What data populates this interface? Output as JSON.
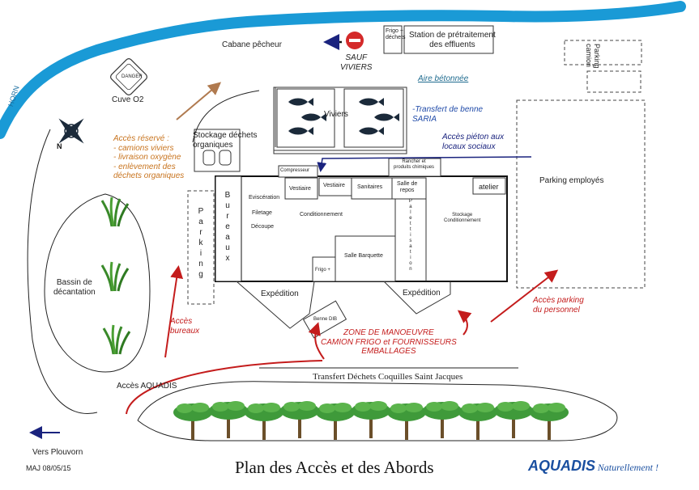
{
  "title": "Plan des Accès et des Abords",
  "date_note": "MAJ 08/05/15",
  "compass_label": "N",
  "river_label": "HORN",
  "cuve_sign": "DANGER",
  "labels": {
    "cabane_pecheur": "Cabane pêcheur",
    "sauf_viviers": "SAUF\nVIVIERS",
    "frigo_dechets": "Frigo +\ndéchets",
    "station": "Station de prétraitement\ndes effluents",
    "parking_camion": "Parking\ncamion",
    "aire_betonnee": "Aire bétonnée",
    "viviers": "Viviers",
    "transfert_benne": "-Transfert de benne\nSARIA",
    "acces_pieton": "Accès piéton aux\nlocaux sociaux",
    "cuve_o2": "Cuve O2",
    "stockage_dechets": "Stockage déchets\norganiques",
    "acces_reserve": "Accès réservé :\n- camions viviers\n- livraison oxygène\n- enlèvement des\n  déchets organiques",
    "compresseur": "Compresseur",
    "rancher": "Rancher et\nproduits chimiques",
    "vestiaire1": "Vestiaire",
    "vestiaire2": "Vestiaire",
    "sanitaires": "Sanitaires",
    "salle_repos": "Salle de\nrepos",
    "atelier": "atelier",
    "bureaux": "Bureaux",
    "parking_left": "Parking",
    "evisceration": "Eviscération",
    "filetage": "Filetage",
    "decoupe": "Découpe",
    "conditionnement": "Conditionnement",
    "palettisation": "Palettisation",
    "stockage_cond": "Stockage\nConditionnement",
    "salle_barquette": "Salle Barquette",
    "frigo_plus": "Frigo +",
    "parking_employes": "Parking employés",
    "expedition1": "Expédition",
    "expedition2": "Expédition",
    "benne_dib": "Benne DIB",
    "bassin": "Bassin de\ndécantation",
    "acces_bureaux": "Accès\nbureaux",
    "zone_manoeuvre": "ZONE DE MANOEUVRE\nCAMION FRIGO  et FOURNISSEURS\nEMBALLAGES",
    "acces_parking": "Accès parking\ndu personnel",
    "transfert_dechets": "Transfert Déchets Coquilles Saint Jacques",
    "acces_aquadis": "Accès AQUADIS",
    "vers_plouvorn": "Vers Plouvorn"
  },
  "logo": {
    "name": "AQUADIS",
    "tagline": "Naturellement !"
  },
  "colors": {
    "river": "#1a9ad6",
    "orange_text": "#c8741f",
    "red_text": "#c41c1c",
    "blue_text": "#1f4aa8",
    "brown_arrow": "#b07a4f",
    "tree_canopy": "#3f9a3a"
  }
}
